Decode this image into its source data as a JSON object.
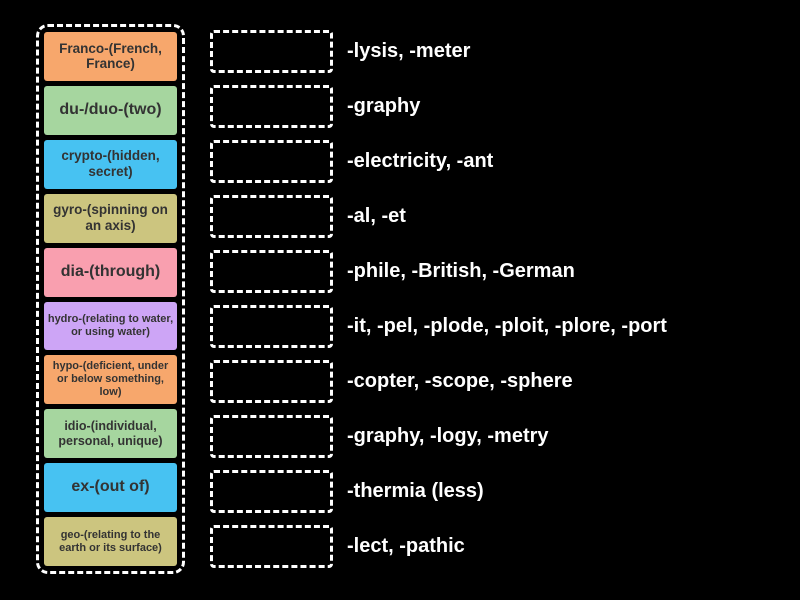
{
  "board": {
    "background_color": "#000000",
    "tile_text_color": "#333333",
    "answer_text_color": "#ffffff",
    "dash_border_color": "#ffffff",
    "pairs": [
      {
        "prefix": "Franco-(French, France)",
        "answer": "-lysis, -meter",
        "tile_color": "#F7A76C"
      },
      {
        "prefix": "du-/duo-(two)",
        "answer": "-graphy",
        "tile_color": "#A6D69F"
      },
      {
        "prefix": "crypto-(hidden, secret)",
        "answer": "-electricity, -ant",
        "tile_color": "#47C2F2"
      },
      {
        "prefix": "gyro-(spinning on an axis)",
        "answer": "-al, -et",
        "tile_color": "#CCC57F"
      },
      {
        "prefix": "dia-(through)",
        "answer": "-phile, -British, -German",
        "tile_color": "#F99FAF"
      },
      {
        "prefix": "hydro-(relating to water, or using water)",
        "answer": "-it, -pel, -plode, -ploit, -plore, -port",
        "tile_color": "#CDA5F6"
      },
      {
        "prefix": "hypo-(deficient, under or below something, low)",
        "answer": "-copter, -scope, -sphere",
        "tile_color": "#F7A76C"
      },
      {
        "prefix": "idio-(individual, personal, unique)",
        "answer": "-graphy, -logy, -metry",
        "tile_color": "#A6D69F"
      },
      {
        "prefix": "ex-(out of)",
        "answer": "-thermia (less)",
        "tile_color": "#47C2F2"
      },
      {
        "prefix": "geo-(relating to the earth or its surface)",
        "answer": "-lect, -pathic",
        "tile_color": "#CCC57F"
      }
    ]
  }
}
